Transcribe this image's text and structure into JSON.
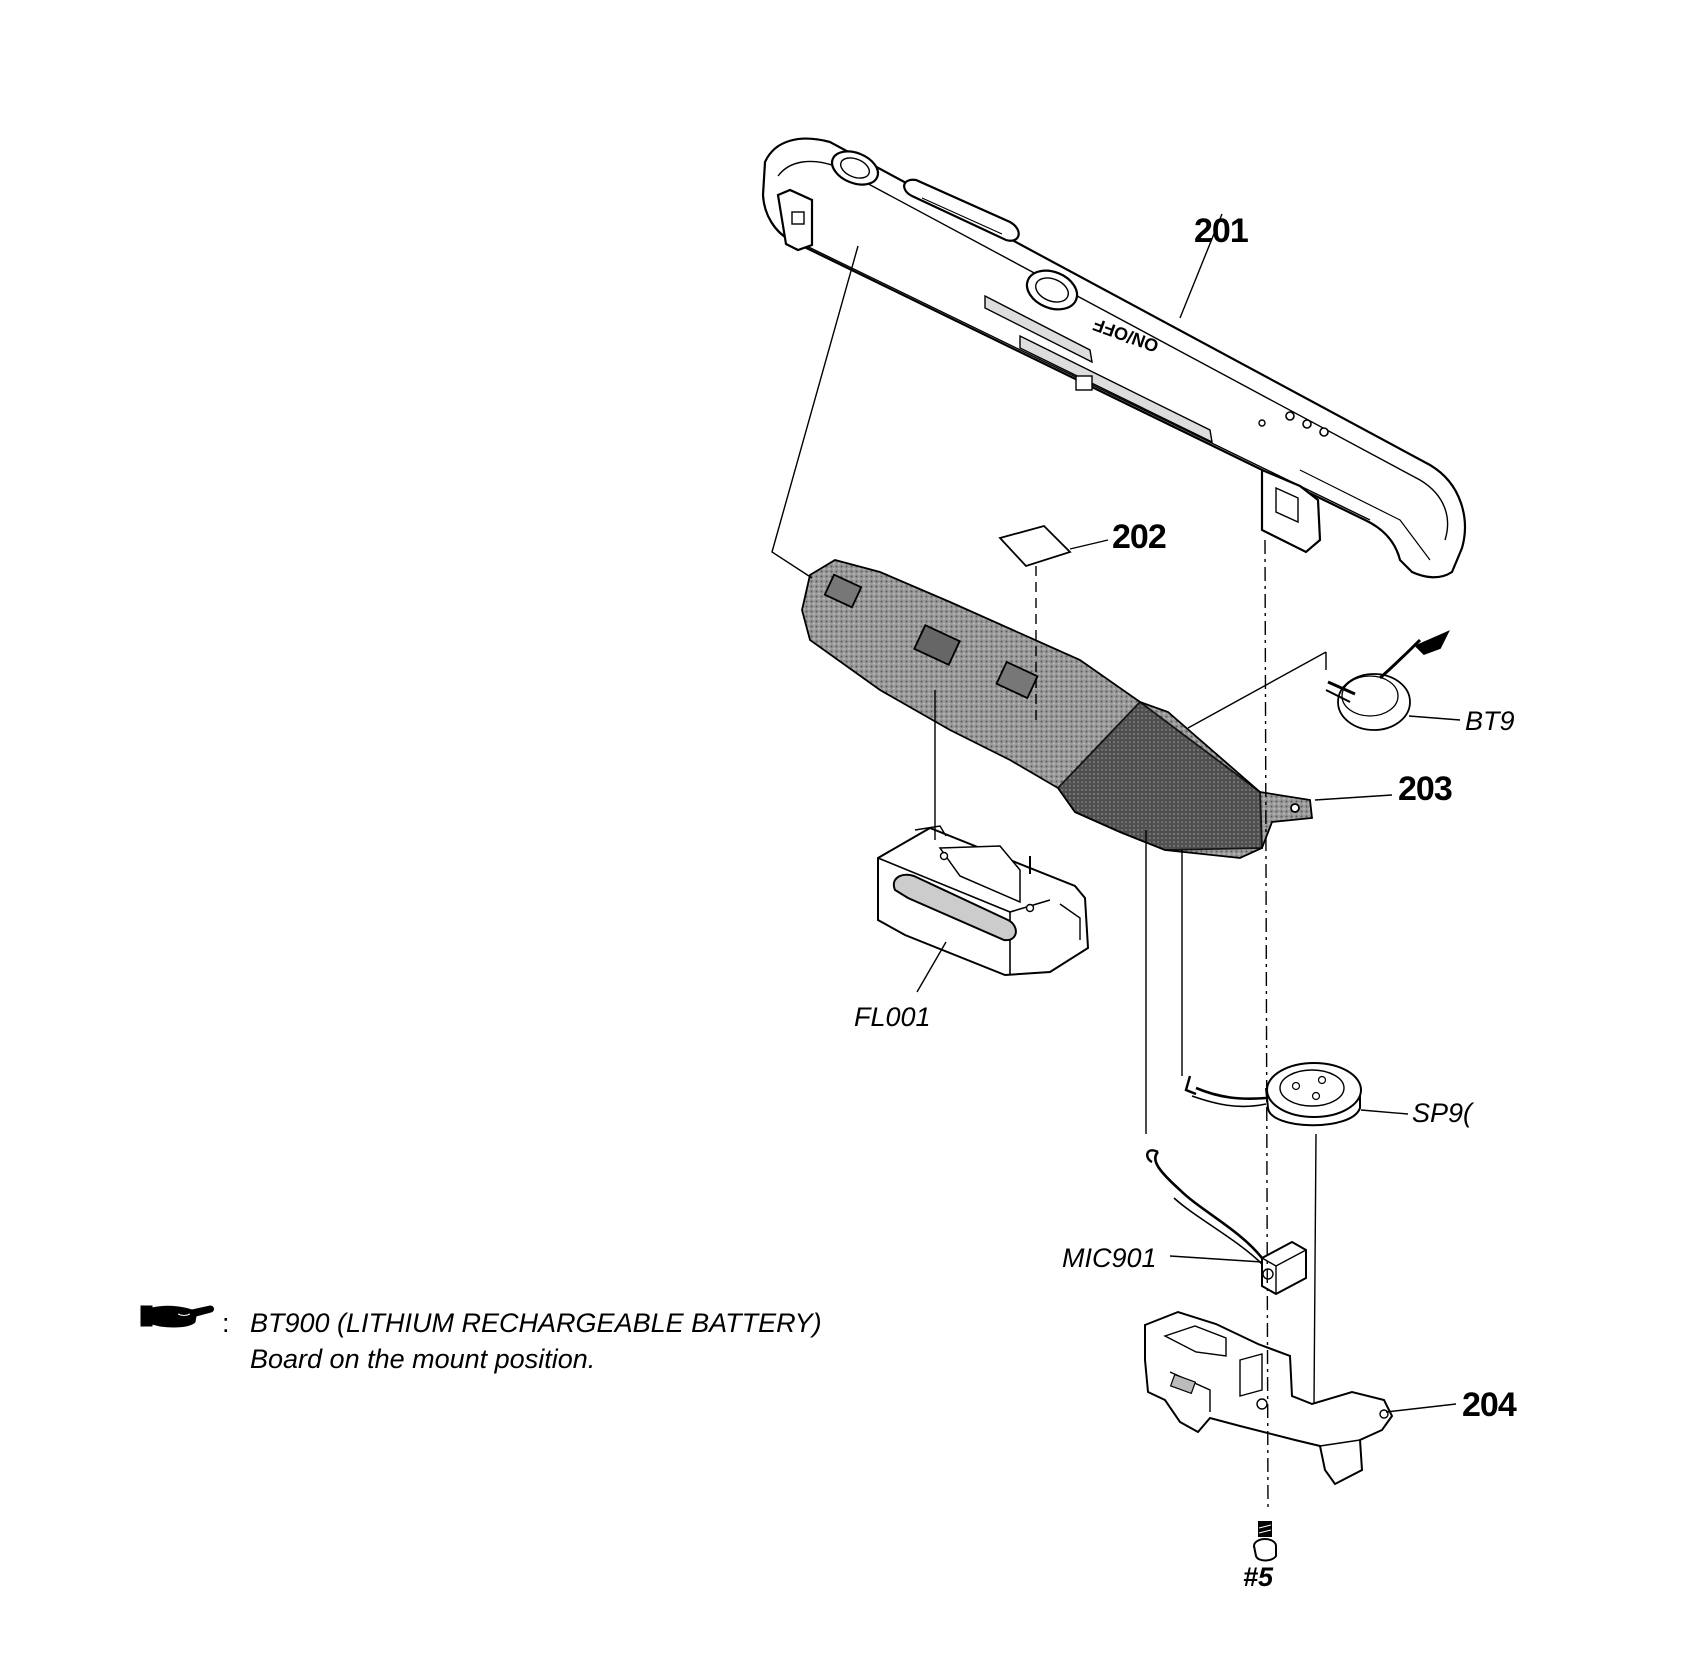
{
  "labels": {
    "p201": "201",
    "p202": "202",
    "p203": "203",
    "p204": "204",
    "bt": "BT9",
    "sp": "SP9(",
    "fl": "FL001",
    "mic": "MIC901",
    "screw": "#5"
  },
  "note": {
    "line1": "BT900 (LITHIUM RECHARGEABLE BATTERY)",
    "line2": "Board on the mount position."
  },
  "cover_marking": "ON/OFF",
  "icons": {
    "note_marker": "pointing-hand-icon"
  }
}
